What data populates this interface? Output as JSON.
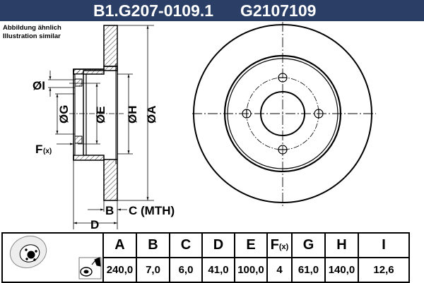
{
  "header": {
    "part_number": "B1.G207-0109.1",
    "ref_number": "G2107109",
    "background": "#2b3f66"
  },
  "note": {
    "line1": "Abbildung ähnlich",
    "line2": "Illustration similar"
  },
  "drawing_labels": {
    "diameter_I": "ØI",
    "diameter_G": "ØG",
    "diameter_E": "ØE",
    "diameter_H": "ØH",
    "diameter_A": "ØA",
    "holes_F": "F",
    "holes_F_suffix": "(x)",
    "thickness_B": "B",
    "min_thickness_C": "C (MTH)",
    "height_D": "D"
  },
  "table": {
    "icons": [
      "brake-disc-icon",
      "spray-cleaner-icon"
    ],
    "columns": [
      {
        "key": "A",
        "label": "A",
        "value": "240,0"
      },
      {
        "key": "B",
        "label": "B",
        "value": "7,0"
      },
      {
        "key": "C",
        "label": "C",
        "value": "6,0"
      },
      {
        "key": "D",
        "label": "D",
        "value": "41,0"
      },
      {
        "key": "E",
        "label": "E",
        "value": "100,0"
      },
      {
        "key": "F",
        "label": "F",
        "label_suffix": "(x)",
        "value": "4"
      },
      {
        "key": "G",
        "label": "G",
        "value": "61,0"
      },
      {
        "key": "H",
        "label": "H",
        "value": "140,0"
      },
      {
        "key": "I",
        "label": "I",
        "value": "12,6"
      }
    ]
  }
}
